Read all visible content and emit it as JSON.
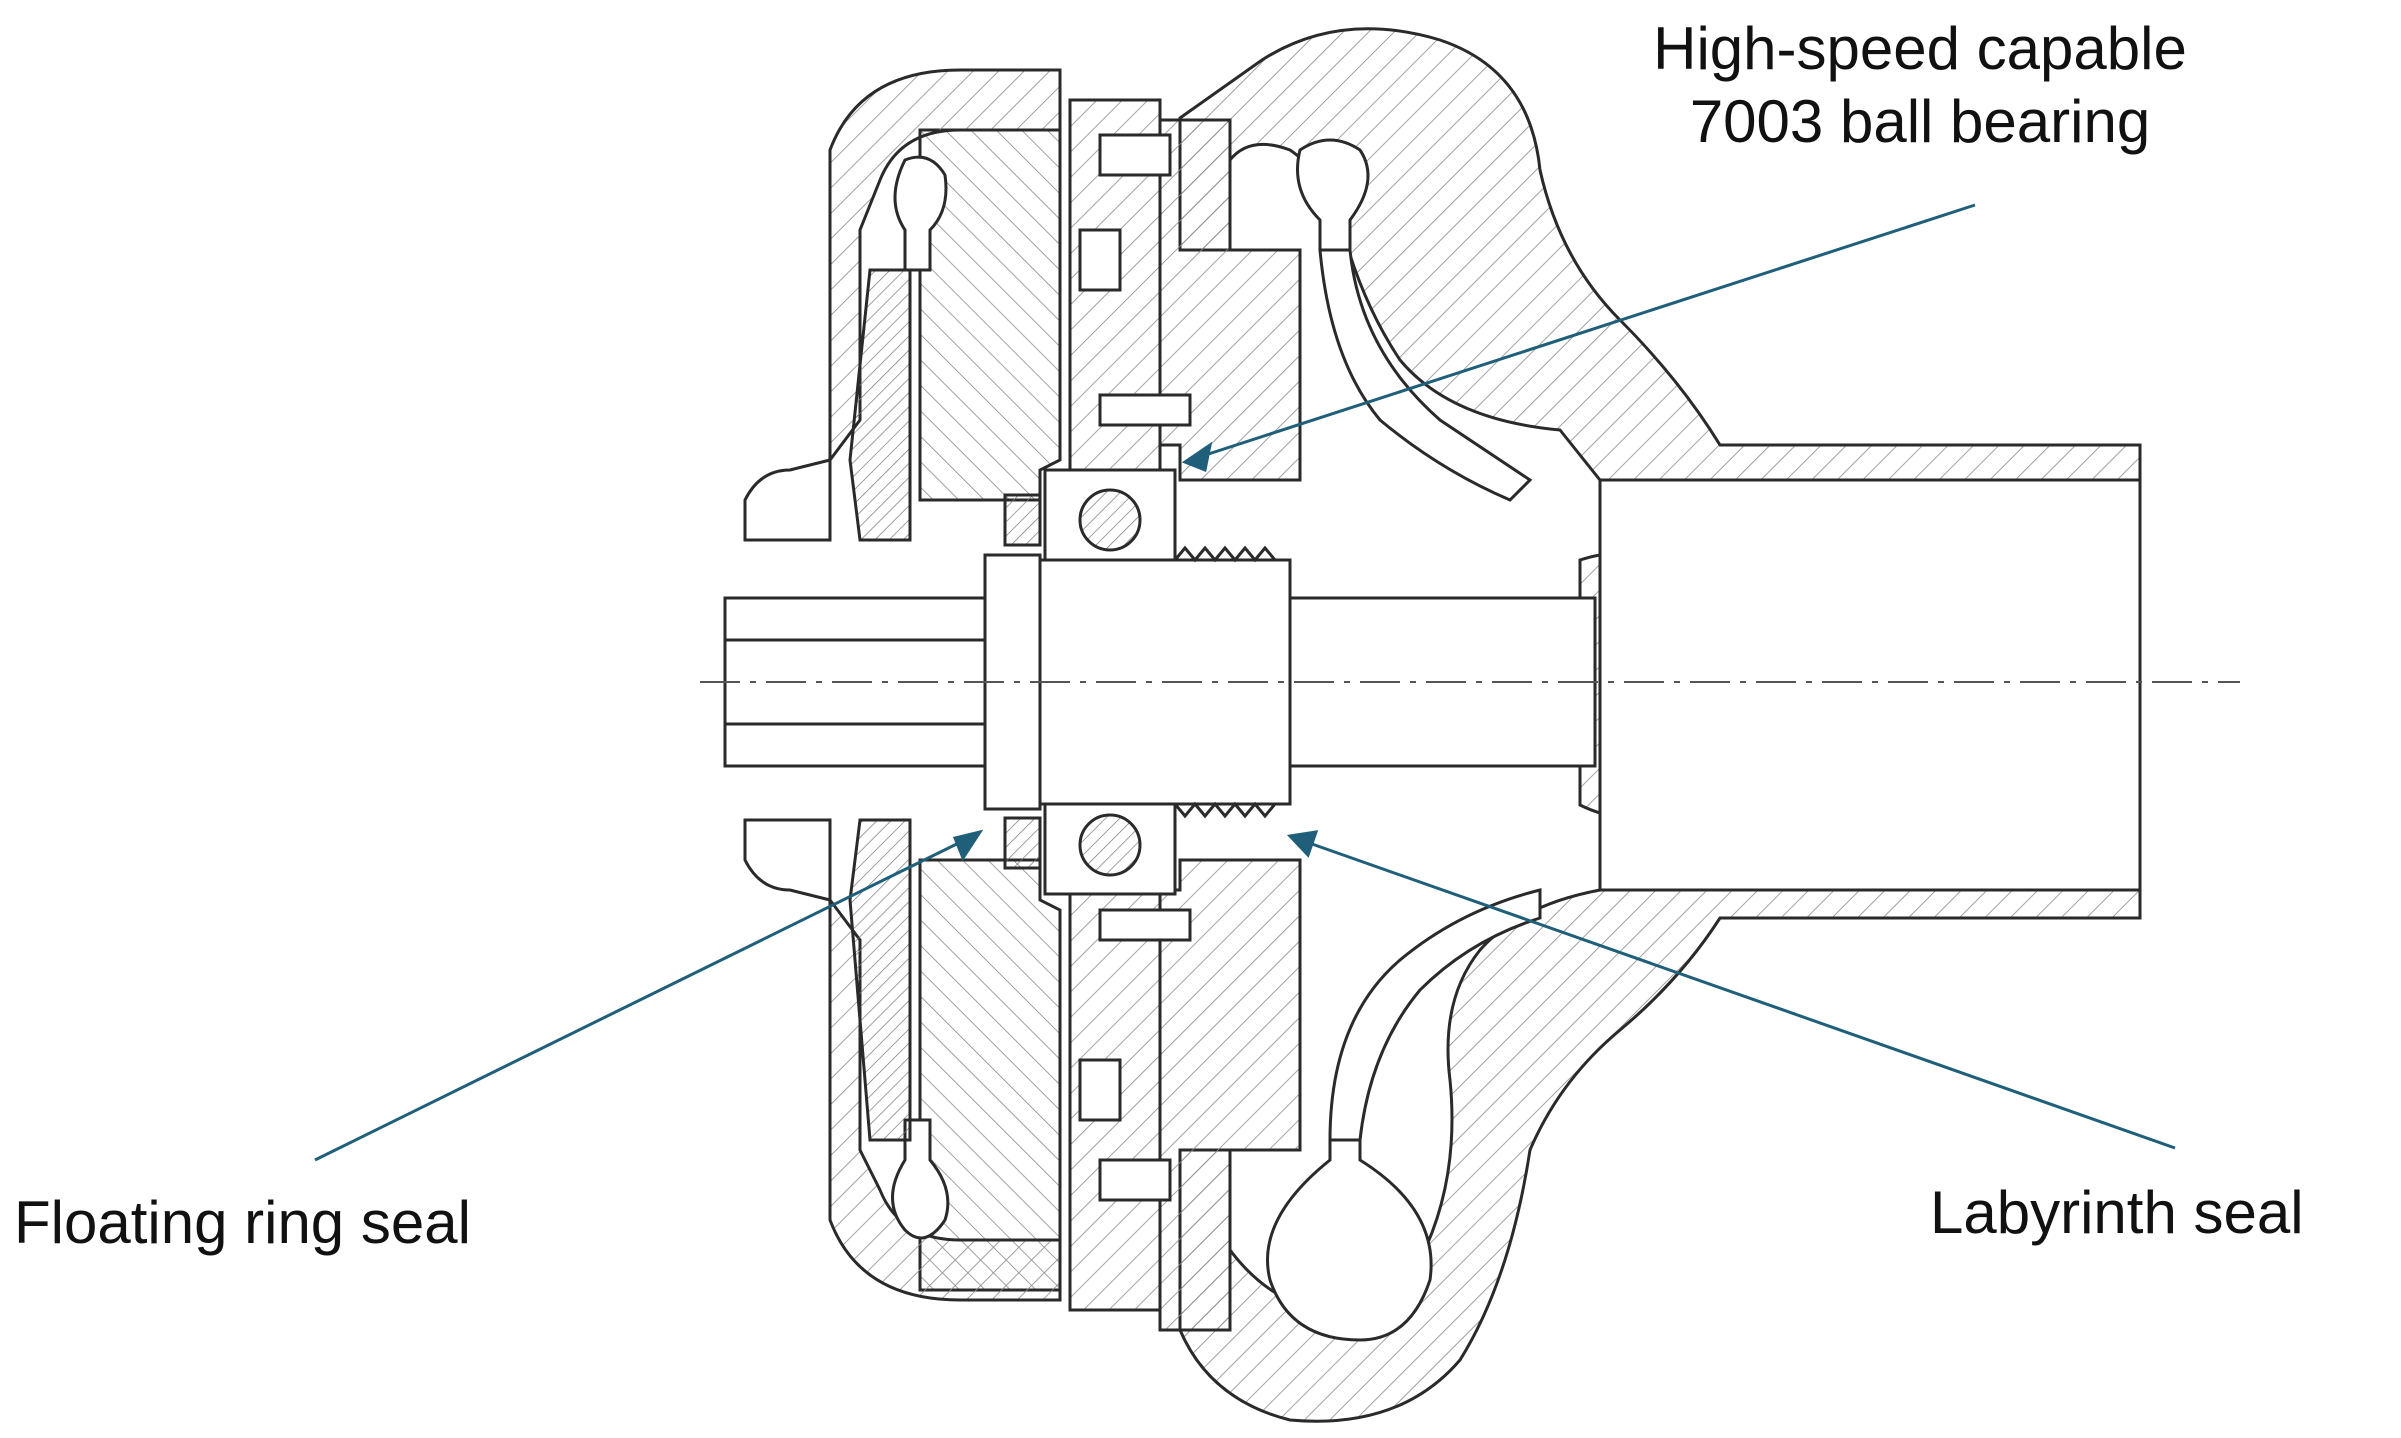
{
  "labels": {
    "bearing_line1": "High-speed capable",
    "bearing_line2": "7003 ball bearing",
    "floating_ring_seal": "Floating ring seal",
    "labyrinth_seal": "Labyrinth seal"
  },
  "colors": {
    "leader": "#1f5f7a",
    "ink": "#2a2a2a",
    "hatch": "#8a8a8a",
    "text": "#111111"
  }
}
